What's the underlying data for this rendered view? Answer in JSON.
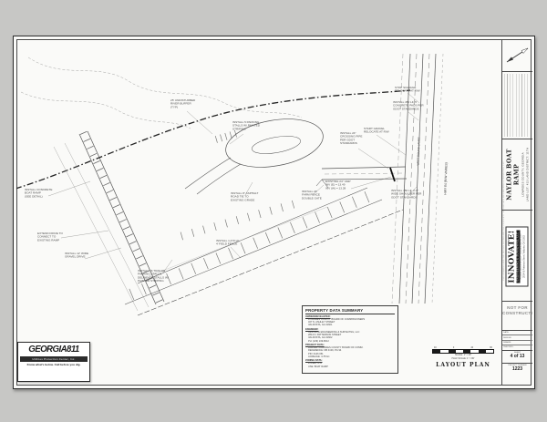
{
  "colors": {
    "paper": "#fafaf8",
    "margin": "#c7c7c5",
    "ink": "#3c3c3c",
    "annotation": "#4e4e4e",
    "logo_black": "#1e1e1e"
  },
  "plan": {
    "highway_label": "HWY 84 (R/W VARIES)",
    "lanes_label": "WEST BOUND LANES",
    "annotations": [
      "25' UNDISTURBED\nRIVER BUFFER\n(TYP)",
      "STOP SIGNAGE\nRELOCATE AT R/W",
      "INSTALL 450 LF, 5'\nCONCRETE PADS PER\nGDOT STANDARDS",
      "START GRAVEL\nRELOCATE AT R/W",
      "INSTALL 24\"\nCROSSING PIPE\nPER GDOT\nSTANDARDS",
      "EXISTING 24\" CMP\nINV (E) = 13.49\nINV (W) = 13.28",
      "INSTALL 450 LF, 2'-0\"\nWIDE SHOULDER PER\nGDOT STANDARDS",
      "INSTALL 5 PARKING\nSTALLS W/ PAINTED\nSTRIPING",
      "INSTALL 8\" ASPHALT\nROAD TIE TO\nEXISTING GRADE",
      "INSTALL 24'\nFARM FENCE\nDOUBLE GATE",
      "INSTALL 16 TRAILER\nPARKING STALLS,\nDELINEATE STALLS W/\nPAINTED STRIPING",
      "INSTALL 1,470 LF,\n4' FIELD FENCE",
      "INSTALL CONCRETE\nBOAT RAMP\n(SEE DETAIL)",
      "EXTEND DRIVE TO\nCONNECT TO\nEXISTING RAMP",
      "INSTALL 12' WIDE\nGRAVEL DRIVE"
    ]
  },
  "scale_block": {
    "ticks": [
      "40",
      "0",
      "40",
      "80"
    ],
    "scale": "SCALE: 1\" = 40'",
    "half_scale": "HALF SCALE: 1\" = 80'",
    "sheet_title": "LAYOUT PLAN"
  },
  "georgia811": {
    "brand": "GEORGIA811",
    "subtitle": "Utilities Protection Center, Inc.",
    "tagline": "Know what's below. Call before you dig."
  },
  "property_summary": {
    "title": "PROPERTY DATA SUMMARY",
    "sections": [
      {
        "heading": "OWNER/DEVELOPER:",
        "lines": [
          "LOWNDES COUNTY BOARD OF COMMISSIONERS",
          "327 N. ASHLEY STREET",
          "VALDOSTA, GA 31601"
        ]
      },
      {
        "heading": "ENGINEER:",
        "lines": [
          "INNOVATE ENGINEERING & SURVEYING, LLC",
          "2814 N. PATTERSON STREET",
          "VALDOSTA, GA 31602",
          "PH: (229) 249-8012"
        ]
      },
      {
        "heading": "PROJECT DATA:",
        "lines": [
          "PARCEL: LOWNDES COUNTY BOARD OF COMM.",
          "REFERENCE: DB 4139, PG 94",
          "PIN: 0146 051",
          "ACREAGE: 4.78 AC."
        ]
      },
      {
        "heading": "ZONING DATA:",
        "lines": [
          "ZONED: R-A",
          "USE: BOAT RAMP"
        ]
      }
    ]
  },
  "title_block": {
    "disclaimer": "THIS DRAWING AND THE DESIGN SHOWN ARE THE PROPERTY OF INNOVATE ENGINEERING & SURVEYING, LLC.",
    "project_name": "NAYLOR BOAT RAMP",
    "location_line1": "LOWNDES COUNTY, GEORGIA",
    "location_line2": "LAND LOT: 413  LAND DISTRICT: 11TH",
    "firm_name": "INNOVATE!",
    "firm_tagline": "ENGINEERING & SURVEYING, LLC",
    "firm_phone": "PHONE: (229) 249-8012  •  www.innovate-es.com",
    "firm_address": "2814 N. Patterson Street, Valdosta, GA 31602",
    "status_line1": "NOT FOR",
    "status_line2": "CONSTRUCTION",
    "info_rows": [
      {
        "label": "DATE:",
        "value": ""
      },
      {
        "label": "DESIGN:",
        "value": ""
      },
      {
        "label": "DRAWN:",
        "value": ""
      },
      {
        "label": "CHECKED:",
        "value": ""
      },
      {
        "label": "SCALE:",
        "value": "1\" = 40'"
      }
    ],
    "sheet_label": "SHEET",
    "sheet_value": "4 of 13",
    "project_number_label": "PROJECT NUMBER",
    "project_number": "1223"
  }
}
